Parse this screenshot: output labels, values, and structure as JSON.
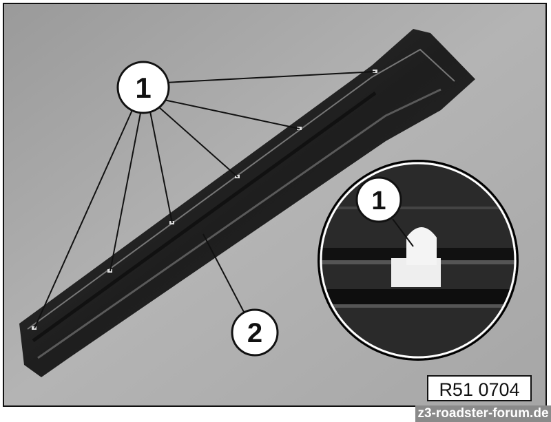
{
  "figure": {
    "callouts": {
      "part_1": "1",
      "part_2": "2",
      "inset_part_1": "1"
    },
    "reference_code": "R51 0704"
  },
  "watermark": "z3-roadster-forum.de"
}
